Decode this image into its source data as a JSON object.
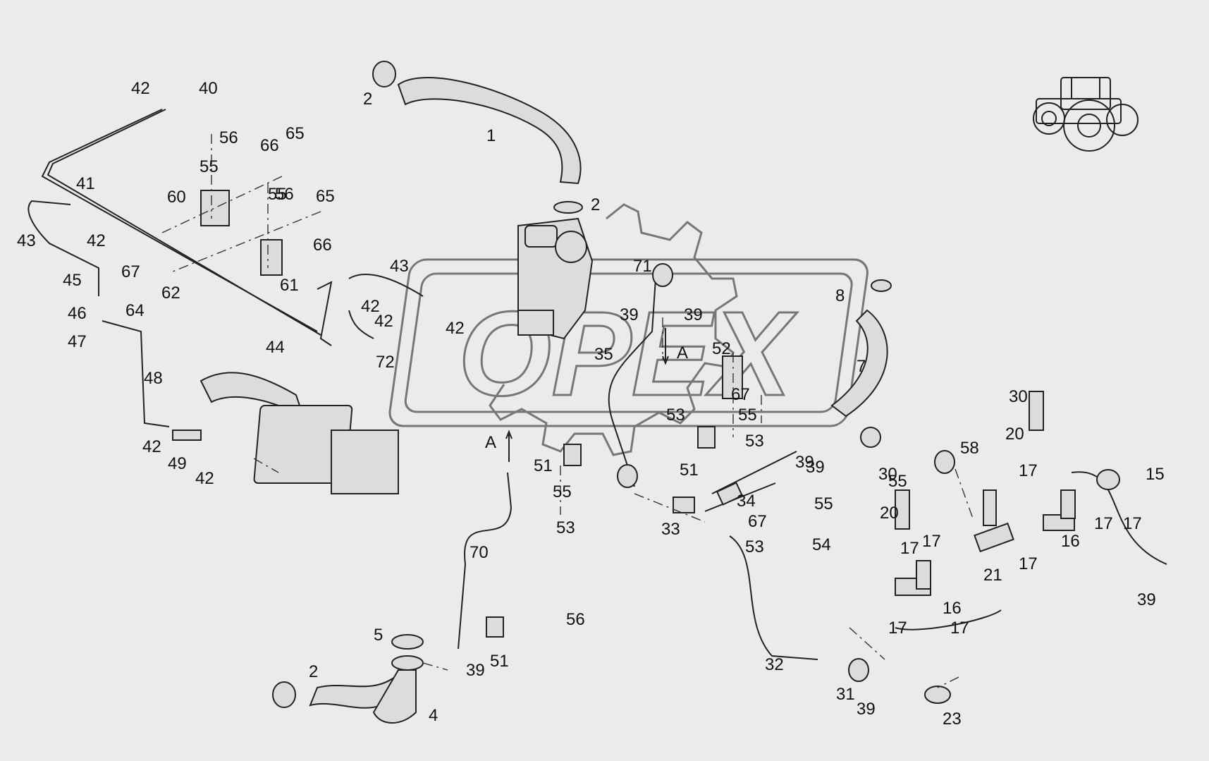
{
  "watermark": {
    "text": "OPEX"
  },
  "section_marks": [
    "A",
    "A"
  ],
  "icons": {
    "tractor": "tractor-icon"
  },
  "callouts": [
    "1",
    "2",
    "2",
    "2",
    "4",
    "5",
    "7",
    "8",
    "15",
    "16",
    "16",
    "17",
    "17",
    "17",
    "17",
    "17",
    "17",
    "17",
    "17",
    "20",
    "20",
    "21",
    "23",
    "30",
    "30",
    "31",
    "32",
    "33",
    "34",
    "35",
    "39",
    "39",
    "39",
    "39",
    "39",
    "39",
    "39",
    "40",
    "41",
    "42",
    "42",
    "42",
    "42",
    "42",
    "42",
    "42",
    "43",
    "43",
    "44",
    "45",
    "46",
    "47",
    "48",
    "49",
    "51",
    "51",
    "51",
    "52",
    "53",
    "53",
    "53",
    "53",
    "54",
    "55",
    "55",
    "55",
    "55",
    "55",
    "55",
    "56",
    "56",
    "56",
    "58",
    "60",
    "61",
    "62",
    "64",
    "65",
    "65",
    "66",
    "66",
    "67",
    "67",
    "67",
    "70",
    "71",
    "72"
  ],
  "colors": {
    "background": "#ebebeb",
    "line": "#222222",
    "watermark": "#777777"
  }
}
